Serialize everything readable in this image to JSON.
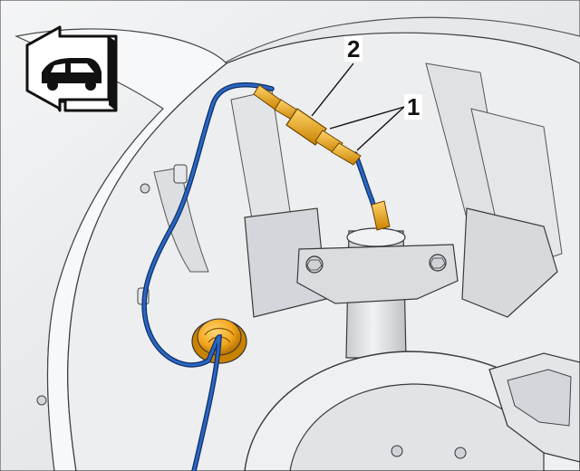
{
  "diagram": {
    "callouts": [
      {
        "id": "callout-2",
        "label": "2"
      },
      {
        "id": "callout-1",
        "label": "1"
      }
    ],
    "colors": {
      "background": "#ffffff",
      "body": "#e9eaec",
      "body_shade": "#d6d8db",
      "body_dark": "#bfc2c6",
      "outline": "#3a3a3a",
      "cable": "#1c4f9c",
      "cable_dark": "#0f2f66",
      "connector": "#f2a51a",
      "connector_dark": "#b87300"
    },
    "icons": {
      "orientation": "car-front-direction-icon",
      "grommet": "grommet-icon"
    }
  }
}
